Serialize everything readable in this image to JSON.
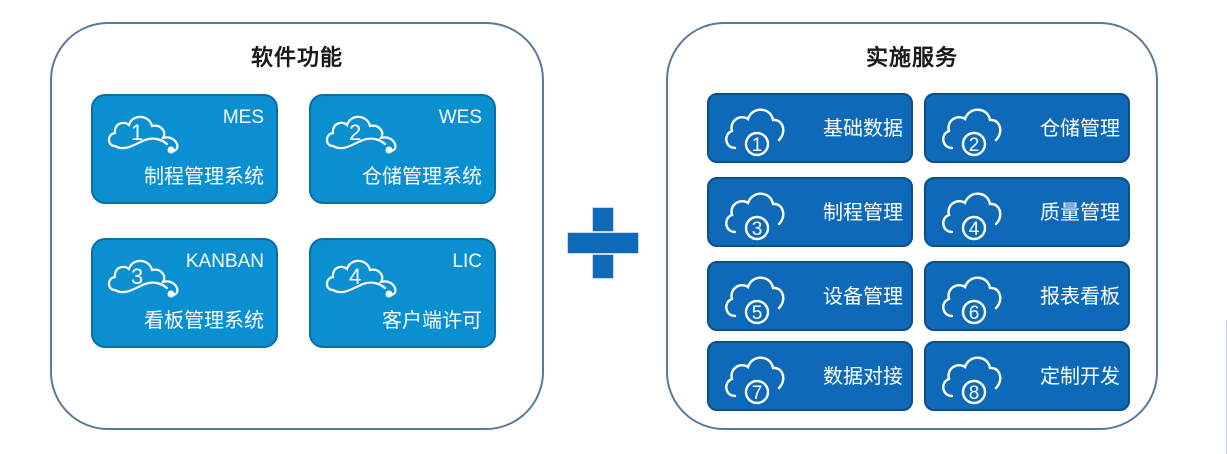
{
  "left_panel": {
    "title": "软件功能",
    "cards": [
      {
        "number": "1",
        "code": "MES",
        "name": "制程管理系统"
      },
      {
        "number": "2",
        "code": "WES",
        "name": "仓储管理系统"
      },
      {
        "number": "3",
        "code": "KANBAN",
        "name": "看板管理系统"
      },
      {
        "number": "4",
        "code": "LIC",
        "name": "客户端许可"
      }
    ]
  },
  "right_panel": {
    "title": "实施服务",
    "services": [
      {
        "number": "1",
        "label": "基础数据"
      },
      {
        "number": "2",
        "label": "仓储管理"
      },
      {
        "number": "3",
        "label": "制程管理"
      },
      {
        "number": "4",
        "label": "质量管理"
      },
      {
        "number": "5",
        "label": "设备管理"
      },
      {
        "number": "6",
        "label": "报表看板"
      },
      {
        "number": "7",
        "label": "数据对接"
      },
      {
        "number": "8",
        "label": "定制开发"
      }
    ]
  },
  "colors": {
    "software_card": "#0a8fd1",
    "service_card": "#0e6ab8",
    "plus": "#0e6ab8",
    "panel_border": "#5a7a9c"
  },
  "icons": {
    "software": "cloud-number-icon",
    "service": "cloud-circle-number-icon",
    "connector": "plus-icon"
  }
}
